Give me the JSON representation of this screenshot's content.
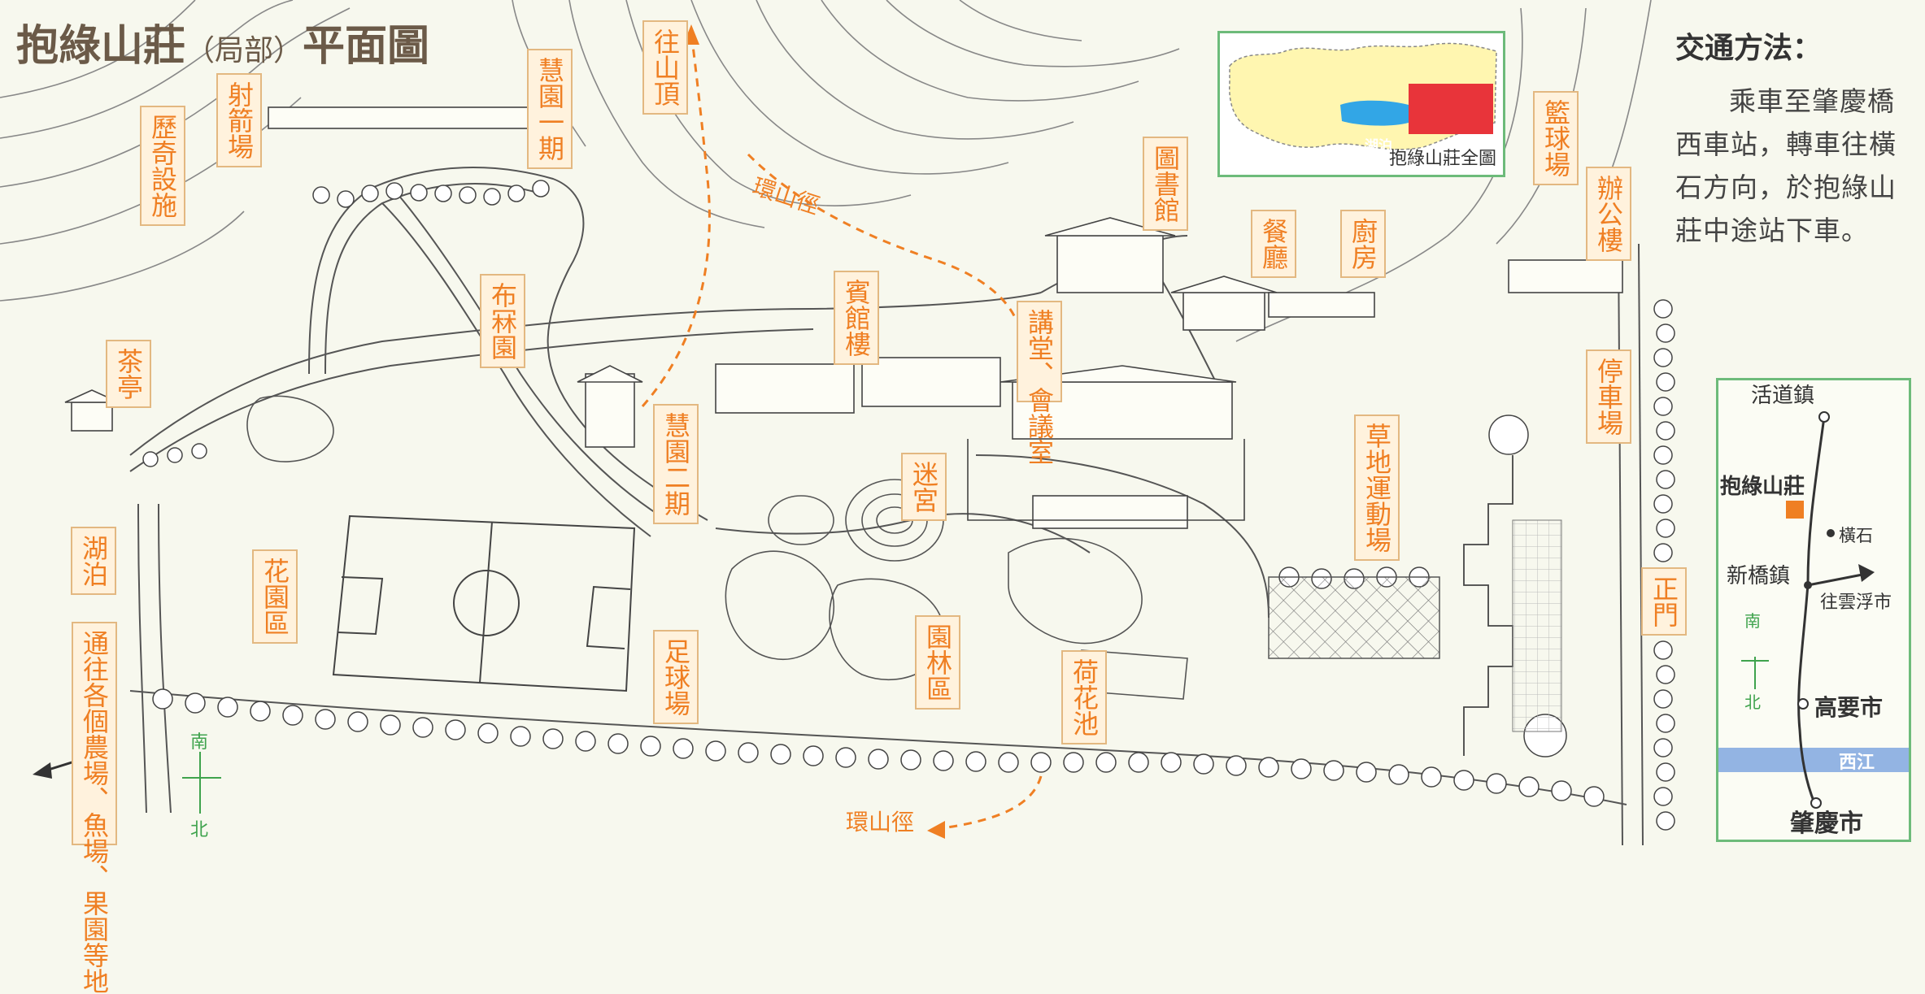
{
  "title": {
    "main": "抱綠山莊",
    "paren": "（局部）",
    "suffix": "平面圖"
  },
  "labels": {
    "lake": "湖泊",
    "farms": "通往各個農場、魚場、果園等地",
    "tea_pavilion": "茶亭",
    "adventure": "歷奇設施",
    "archery": "射箭場",
    "wisdom_one": "慧園一期",
    "to_summit": "往山頂",
    "bubu_garden": "布冧園",
    "wisdom_two": "慧園二期",
    "flower_garden": "花園區",
    "football": "足球場",
    "guest_house": "賓館樓",
    "library": "圖書館",
    "dining": "餐廳",
    "kitchen": "廚房",
    "hall": "講堂、會議室",
    "maze": "迷宮",
    "landscape_garden": "園林區",
    "lotus_pond": "荷花池",
    "lawn_sports": "草地運動場",
    "basketball": "籃球場",
    "office": "辦公樓",
    "parking": "停車場",
    "main_gate": "正門"
  },
  "trails": {
    "upper": "環山徑",
    "lower": "環山徑"
  },
  "transport": {
    "title": "交通方法：",
    "body": "乘車至肇慶橋西車站，轉車往橫石方向，於抱綠山莊中途站下車。"
  },
  "inset": {
    "caption": "抱綠山莊全圖",
    "lake": "湖泊"
  },
  "route_map": {
    "town_top": "活道鎮",
    "resort": "抱綠山莊",
    "hengshi": "橫石",
    "xinqiao": "新橋鎮",
    "to_yunfu": "往雲浮市",
    "gaoyao": "高要市",
    "river": "西江",
    "zhaoqing": "肇慶市",
    "south": "南",
    "north": "北"
  },
  "compass": {
    "south": "南",
    "north": "北"
  },
  "colors": {
    "label_fill": "#fff2dd",
    "label_border": "#e3b881",
    "label_text": "#ef7f23",
    "trail": "#ef7f23",
    "title": "#6b5a48",
    "inset_border": "#6dbb7a",
    "resort_area": "#fff6b0",
    "highlight_area": "#e8343a",
    "lake": "#32a6e6",
    "river": "#93b4e3",
    "resort_marker": "#ef7f23",
    "compass": "#3fa34d"
  }
}
